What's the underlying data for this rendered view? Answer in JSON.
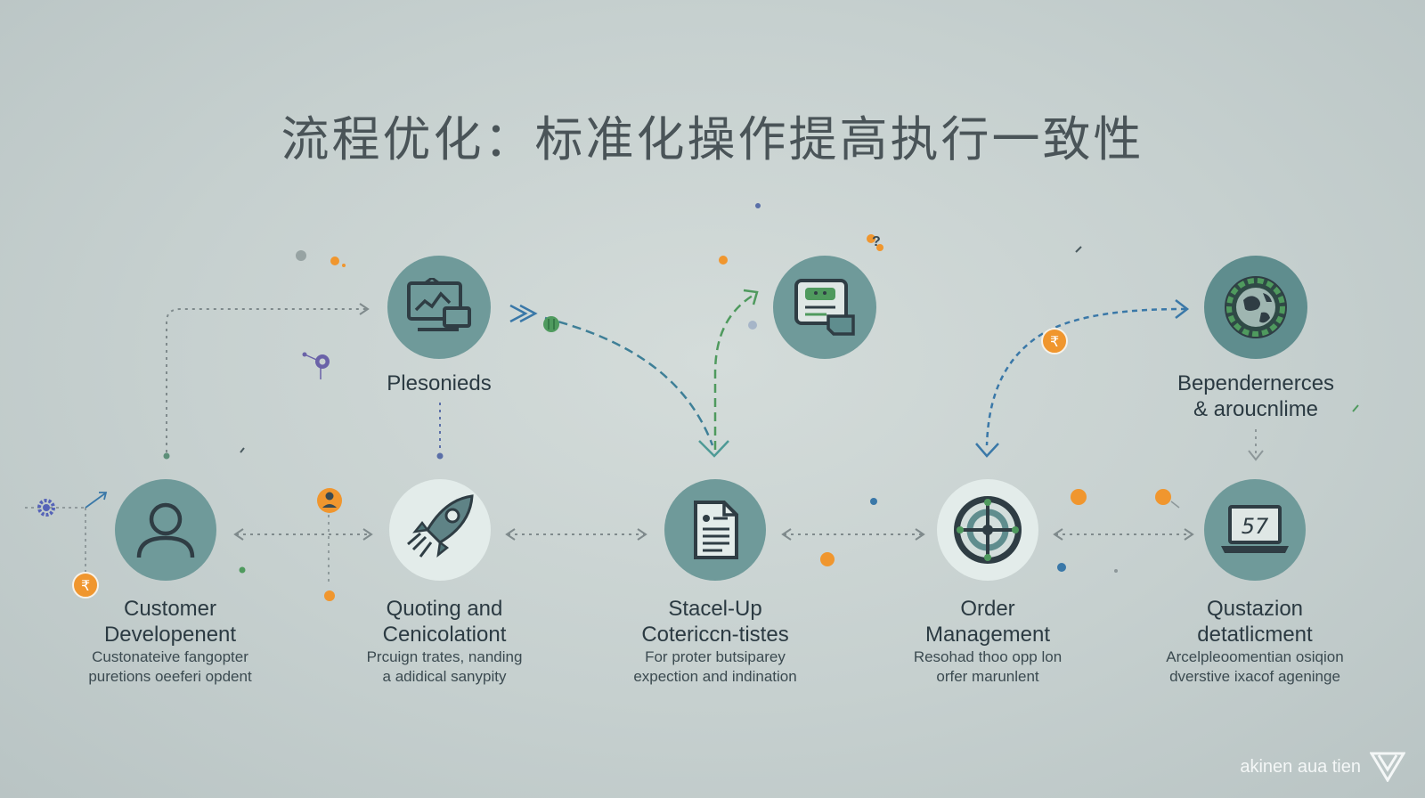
{
  "title": "流程优化：标准化操作提高执行一致性",
  "top_nodes": [
    {
      "label": "Plesonieds",
      "icon": "monitor-chart-icon"
    },
    {
      "label": "",
      "icon": "chat-document-icon"
    },
    {
      "label_line1": "Bependernerces",
      "label_line2": "& aroucnlime",
      "icon": "globe-icon"
    }
  ],
  "steps": [
    {
      "title_line1": "Customer",
      "title_line2": "Developenent",
      "desc_line1": "Custonateive fangopter",
      "desc_line2": "puretions oeeferi opdent",
      "icon": "user-icon"
    },
    {
      "title_line1": "Quoting and",
      "title_line2": "Cenicolationt",
      "desc_line1": "Prcuign trates, nanding",
      "desc_line2": "a adidical sanypity",
      "icon": "rocket-icon"
    },
    {
      "title_line1": "Stacel-Up",
      "title_line2": "Cotericcn-tistes",
      "desc_line1": "For proter butsiparey",
      "desc_line2": "expection and indination",
      "icon": "document-icon"
    },
    {
      "title_line1": "Order",
      "title_line2": "Management",
      "desc_line1": "Resohad thoo opp lon",
      "desc_line2": "orfer marunlent",
      "icon": "target-wheel-icon"
    },
    {
      "title_line1": "Qustazion",
      "title_line2": "detatlicment",
      "desc_line1": "Arcelpleoomentian osiqion",
      "desc_line2": "dverstive ixacof ageninge",
      "icon": "laptop-icon",
      "screen_text": "57"
    }
  ],
  "brand": {
    "text": "akinen aua tien",
    "icon": "brand-triangle-icon"
  },
  "colors": {
    "teal": "#6f9a9a",
    "orange": "#f0962e",
    "green": "#4f9a5e",
    "blue": "#3a78a8",
    "purple": "#6a62a8"
  }
}
